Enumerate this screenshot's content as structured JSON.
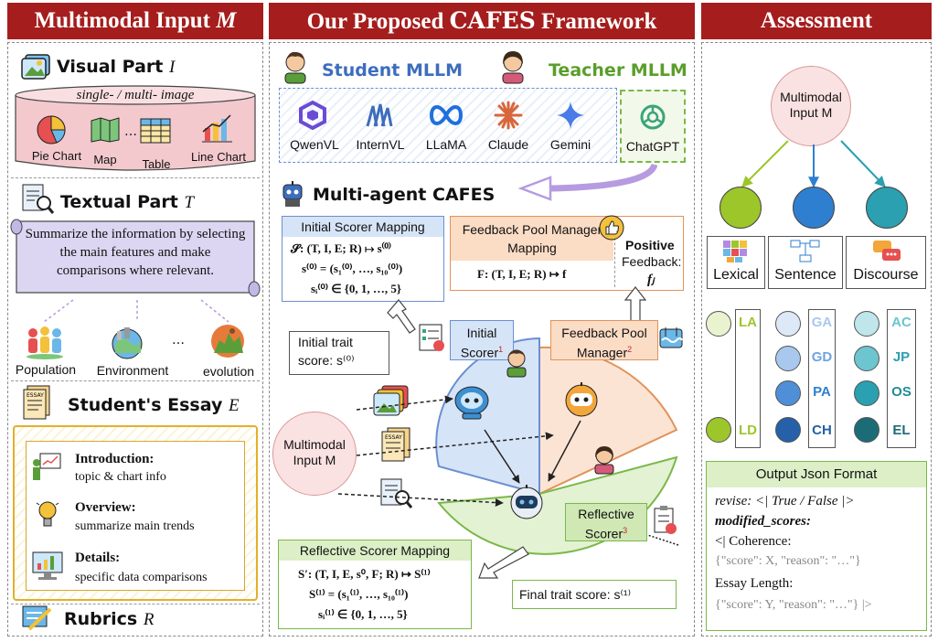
{
  "headers": {
    "left": "Multimodal Input",
    "left_sym": "M",
    "middle_pre": "Our Proposed ",
    "middle_brand": "CAFES",
    "middle_post": " Framework",
    "right": "Assessment"
  },
  "left": {
    "visual_title": "Visual Part",
    "visual_sym": "I",
    "visual_sub": "single- / multi- image",
    "visual_items": [
      "Pie Chart",
      "Map",
      "Table",
      "Line Chart"
    ],
    "textual_title": "Textual Part",
    "textual_sym": "T",
    "scroll_text": "Summarize the information by selecting the main features and make comparisons where relevant.",
    "topics": [
      "Population",
      "Environment",
      "evolution"
    ],
    "essay_title": "Student's Essay",
    "essay_sym": "E",
    "essay_sections": [
      {
        "head": "Introduction:",
        "body": "topic & chart info"
      },
      {
        "head": "Overview:",
        "body": "summarize main trends"
      },
      {
        "head": "Details:",
        "body": "specific data comparisons"
      }
    ],
    "rubrics_title": "Rubrics",
    "rubrics_sym": "R"
  },
  "middle": {
    "student_label": "Student MLLM",
    "teacher_label": "Teacher MLLM",
    "models": [
      "QwenVL",
      "InternVL",
      "LLaMA",
      "Claude",
      "Gemini"
    ],
    "teacher_model": "ChatGPT",
    "multiagent_title": "Multi-agent CAFES",
    "initial_mapping_title": "Initial Scorer Mapping",
    "initial_mapping_lines": [
      "𝓢: (T, I, E; R) ↦ s⁽⁰⁾",
      "s⁽⁰⁾ = (s₁⁽⁰⁾, …, s₁₀⁽⁰⁾)",
      "sᵢ⁽⁰⁾ ∈ {0, 1, …, 5}"
    ],
    "feedback_mapping_title": "Feedback Pool Manager Mapping",
    "feedback_mapping_line": "F: (T, I, E; R) ↦ f",
    "positive_feedback_1": "Positive",
    "positive_feedback_2": "Feedback:",
    "positive_feedback_sym": "fⱼ",
    "initial_scorer": "Initial Scorer",
    "initial_scorer_num": "1",
    "feedback_manager": "Feedback Pool Manager",
    "feedback_manager_num": "2",
    "initial_trait_1": "Initial trait",
    "initial_trait_2": "score: s⁽⁰⁾",
    "multimodal_circle": "Multimodal Input M",
    "reflective_scorer": "Reflective Scorer",
    "reflective_scorer_num": "3",
    "reflective_mapping_title": "Reflective Scorer Mapping",
    "reflective_mapping_lines": [
      "S′: (T, I, E, s⁰, F; R) ↦ S⁽¹⁾",
      "S⁽¹⁾ = (s₁⁽¹⁾, …, s₁₀⁽¹⁾)",
      "sᵢ⁽¹⁾ ∈ {0, 1, …, 5}"
    ],
    "final_score": "Final trait score: s⁽¹⁾"
  },
  "right": {
    "root": "Multimodal Input M",
    "categories": [
      "Lexical",
      "Sentence",
      "Discourse"
    ],
    "lexical_traits": [
      "LA",
      "LD"
    ],
    "sentence_traits": [
      "GA",
      "GD",
      "PA",
      "CH"
    ],
    "discourse_traits": [
      "AC",
      "JP",
      "OS",
      "EL"
    ],
    "colors": {
      "lexical": "#9dc62a",
      "sentence": "#2f7fd1",
      "discourse": "#2aa0b0"
    },
    "output_title": "Output Json Format",
    "output_lines": [
      "revise: <| True / False |>",
      "modified_scores:",
      "<| Coherence:",
      "{\"score\": X, \"reason\": \"…\"}",
      "Essay Length:",
      "{\"score\": Y, \"reason\": \"…\"} |>"
    ]
  }
}
